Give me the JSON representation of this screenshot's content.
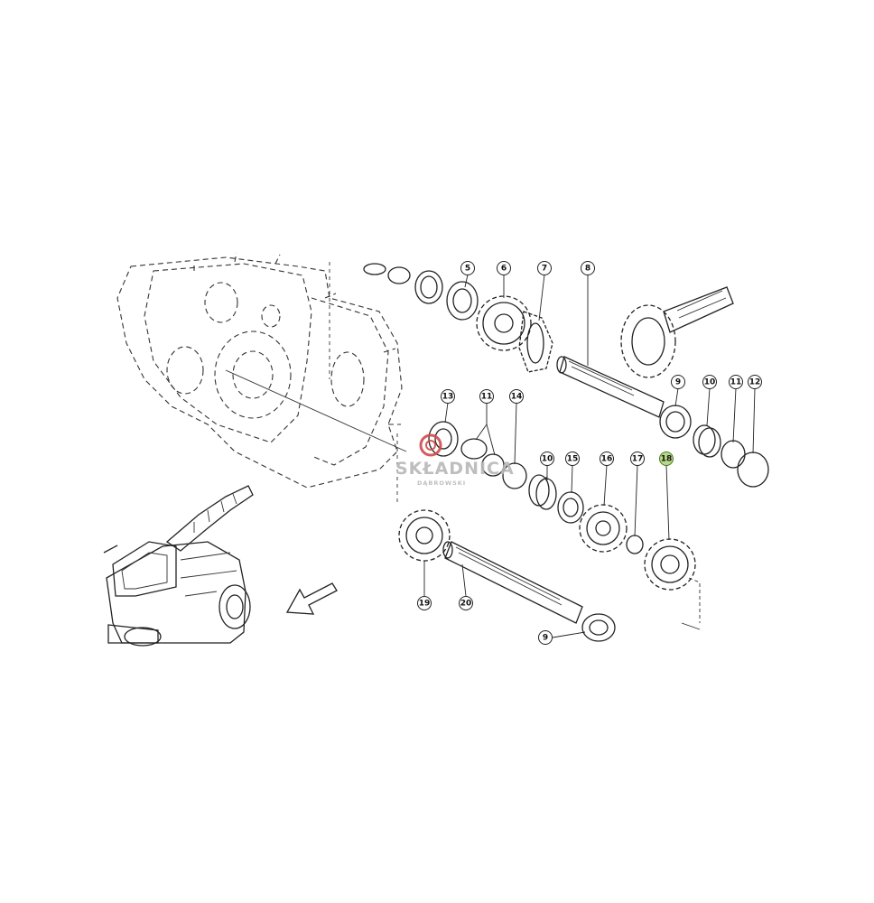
{
  "watermark": {
    "title": "SKŁADNICA",
    "subtitle": "DĄBROWSKI",
    "logo_color": "#d24b4b"
  },
  "colors": {
    "highlight_fill": "#b9d98a",
    "highlight_stroke": "#4a7a1e",
    "line": "#222222"
  },
  "callouts": [
    {
      "label": "5"
    },
    {
      "label": "6"
    },
    {
      "label": "7"
    },
    {
      "label": "8"
    },
    {
      "label": "9"
    },
    {
      "label": "10"
    },
    {
      "label": "11"
    },
    {
      "label": "12"
    },
    {
      "label": "13"
    },
    {
      "label": "11"
    },
    {
      "label": "14"
    },
    {
      "label": "10"
    },
    {
      "label": "15"
    },
    {
      "label": "16"
    },
    {
      "label": "17"
    },
    {
      "label": "18",
      "highlighted": true
    },
    {
      "label": "19"
    },
    {
      "label": "20"
    },
    {
      "label": "9"
    }
  ]
}
